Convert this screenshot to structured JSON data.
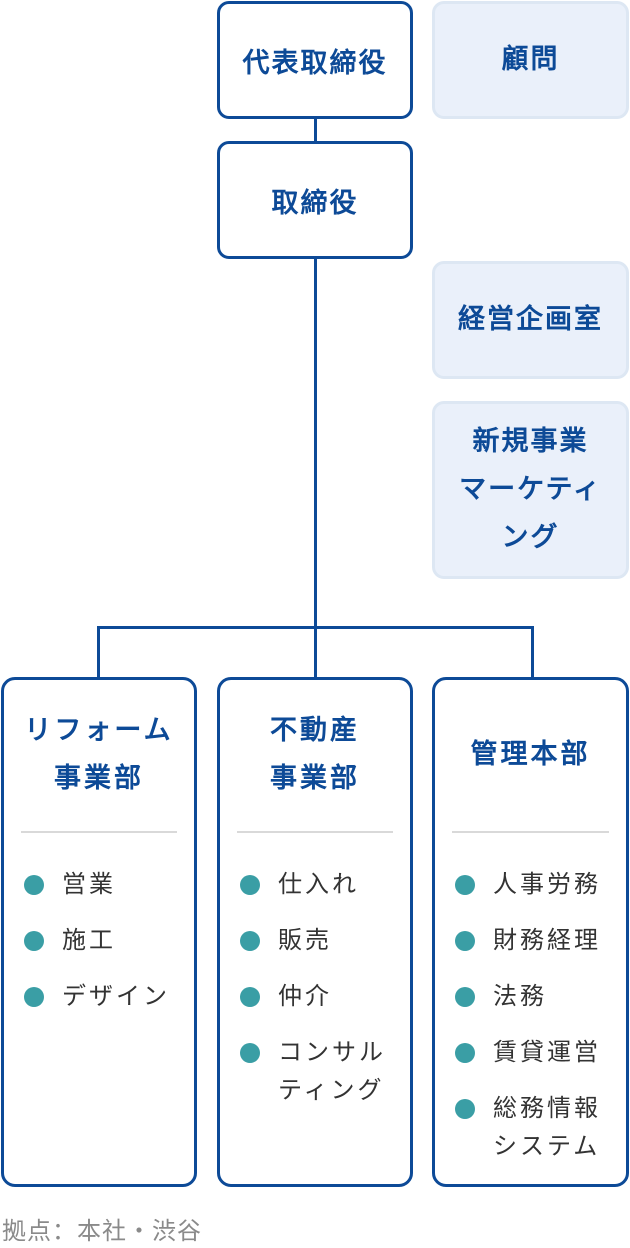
{
  "executives": {
    "ceo": "代表取締役",
    "director": "取締役"
  },
  "staff": {
    "advisor": "顧問",
    "planning": "経営企画室",
    "new_business": "新規事業\nマーケティ\nング"
  },
  "departments": [
    {
      "title": "リフォーム\n事業部",
      "items": [
        "営業",
        "施工",
        "デザイン"
      ]
    },
    {
      "title": "不動産\n事業部",
      "items": [
        "仕入れ",
        "販売",
        "仲介",
        "コンサル\nティング"
      ]
    },
    {
      "title": "管理本部",
      "items": [
        "人事労務",
        "財務経理",
        "法務",
        "賃貸運営",
        "総務情報\nシステム"
      ]
    }
  ],
  "footer": "拠点：本社・渋谷",
  "colors": {
    "primary": "#0d4a97",
    "staff_bg": "#eaf0fa",
    "bullet": "#3a9ea5"
  }
}
